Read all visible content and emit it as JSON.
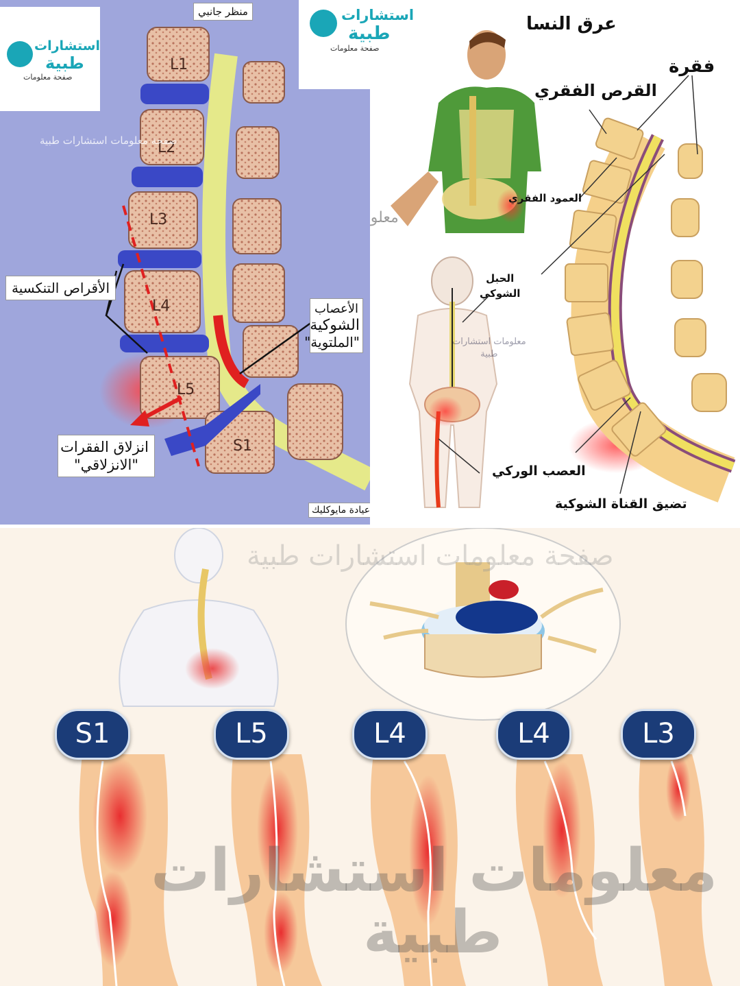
{
  "left_panel": {
    "caption_top": "منظر جانبي",
    "watermark": "صفحة معلومات استشارات طبية",
    "labels": {
      "degenerative_discs": "الأقراص التنكسية",
      "pinched_nerves_1": "الأعصاب",
      "pinched_nerves_2": "الشوكية",
      "pinched_nerves_3": "\"الملتوية\"",
      "spondylolisthesis_1": "انزلاق الفقرات",
      "spondylolisthesis_2": "\"الانزلاقي\"",
      "credit": "عيادة مايوكليك"
    },
    "vertebrae": [
      "L1",
      "L2",
      "L3",
      "L4",
      "L5",
      "S1"
    ]
  },
  "right_panel": {
    "title": "عرق النسا",
    "labels": {
      "vertebra": "فقرة",
      "disc": "القرص الفقري",
      "spinal_column": "العمود الفقري",
      "spinal_cord_1": "الحبل",
      "spinal_cord_2": "الشوكي",
      "sciatic_nerve": "العصب الوركي",
      "stenosis": "تضيق القناة الشوكية"
    },
    "watermark_center": "معلومات استشارات طبيه",
    "watermark_small_1": "معلومات استشارات",
    "watermark_small_2": "طبية"
  },
  "bottom_panel": {
    "watermark_top": "صفحة معلومات استشارات طبية",
    "watermark_big_1": "معلومات استشارات",
    "watermark_big_2": "طبية",
    "levels": [
      "S1",
      "L5",
      "L4",
      "L4",
      "L3"
    ]
  },
  "logo": {
    "line1": "استشارات",
    "line2": "طبية",
    "line3": "صفحة معلومات"
  },
  "colors": {
    "left_bg": "#9fa6dc",
    "disc_blue": "#3a48c6",
    "nerve_yellow": "#e5e98a",
    "pain_red": "#e8262a",
    "badge_navy": "#1b3c78",
    "logo_teal": "#1aa6b7"
  }
}
